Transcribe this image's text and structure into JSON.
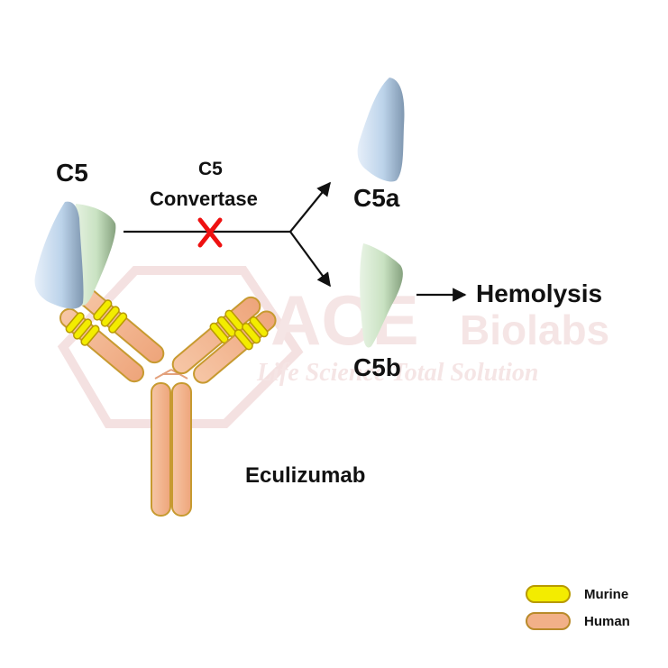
{
  "watermark": {
    "brand_word": "ACE",
    "brand_word2": "Biolabs",
    "tagline": "Life Science Total Solution",
    "color": "#f1d6d6"
  },
  "labels": {
    "c5": "C5",
    "convertase_line1": "C5",
    "convertase_line2": "Convertase",
    "c5a": "C5a",
    "c5b": "C5b",
    "hemolysis": "Hemolysis",
    "antibody": "Eculizumab"
  },
  "legend": {
    "items": [
      {
        "label": "Murine",
        "color": "#f3ec00",
        "stroke": "#b89a00"
      },
      {
        "label": "Human",
        "color": "#f2b088",
        "stroke": "#b98a2a"
      }
    ]
  },
  "colors": {
    "c5a_blue": "#bcd3ea",
    "c5b_green": "#c9e2c2",
    "blocked_x": "#ee1111",
    "murine": "#f3ec00",
    "human": "#f2b088"
  }
}
